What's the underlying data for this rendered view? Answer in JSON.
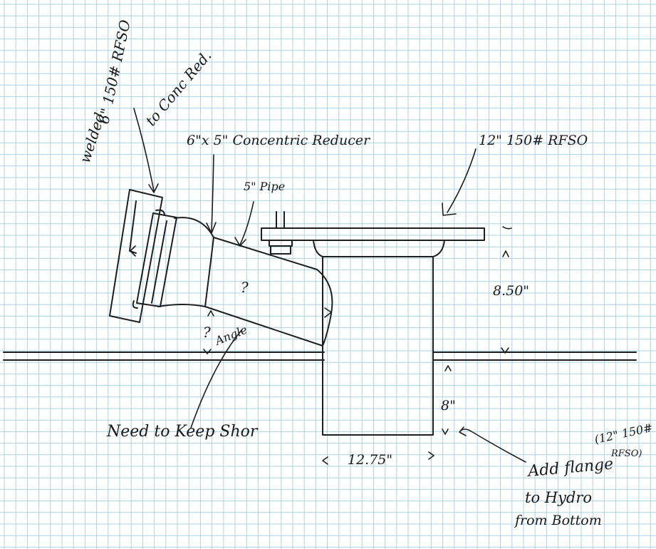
{
  "sheet": {
    "grid_color": "#a9d3e6",
    "ink_color": "#1e1e1e"
  },
  "labels": {
    "flange6": "6\" 150# RFSO",
    "welded": "welded",
    "to_conc_red": "to Conc Red.",
    "reducer": "6\"x 5\"  Concentric Reducer",
    "pipe5": "5\" Pipe",
    "flange12": "12\" 150# RFSO",
    "dim_height": "8.50\"",
    "dim_bottom": "8\"",
    "dim_width": "12.75\"",
    "unknown_mark": "?",
    "angle_q": "?",
    "angle": "Angle",
    "need_keep": "Need to Keep Shor",
    "add_flange": "Add flange",
    "to_hydro": "to Hydro",
    "from_bottom": "from Bottom",
    "note_flange_a": "(12\" 150#",
    "note_flange_b": "RFSO)"
  }
}
